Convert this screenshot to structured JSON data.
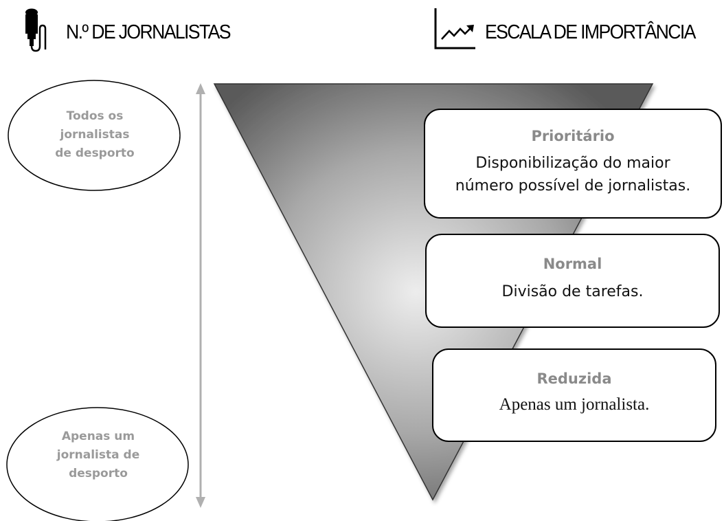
{
  "header": {
    "left_title": "N.º DE JORNALISTAS",
    "left_icon": "microphone-icon",
    "right_title": "ESCALA DE IMPORTÂNCIA",
    "right_icon": "trend-chart-icon"
  },
  "journalist_scale": {
    "top_label": "Todos os jornalistas de desporto",
    "top_lines": [
      "Todos os",
      "jornalistas",
      "de desporto"
    ],
    "bottom_label": "Apenas um jornalista de desporto",
    "bottom_lines": [
      "Apenas um",
      "jornalista de",
      "desporto"
    ]
  },
  "importance_levels": [
    {
      "name": "Prioritário",
      "description": "Disponibilização do maior número possível de jornalistas.",
      "description_lines": [
        "Disponibilização do maior",
        "número possível de jornalistas."
      ]
    },
    {
      "name": "Normal",
      "description": "Divisão de tarefas.",
      "description_lines": [
        "Divisão de tarefas."
      ]
    },
    {
      "name": "Reduzida",
      "description": "Apenas um jornalista.",
      "description_lines": [
        "Apenas um jornalista."
      ]
    }
  ],
  "colors": {
    "label_gray": "#9a9a9a",
    "level_name_gray": "#8a8a8a",
    "arrow_gray": "#b0b0b0",
    "triangle_light": "#e8e8e8",
    "triangle_dark": "#555555"
  }
}
